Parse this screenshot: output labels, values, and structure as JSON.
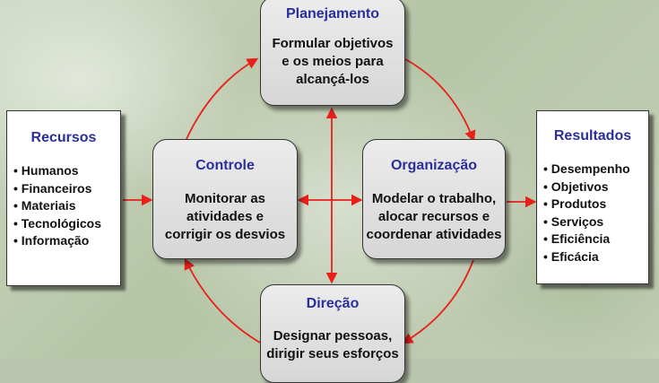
{
  "planejamento": {
    "title": "Planejamento",
    "lines": [
      "Formular objetivos",
      "e os meios para",
      "alcançá-los"
    ]
  },
  "controle": {
    "title": "Controle",
    "lines": [
      "Monitorar as",
      "atividades e",
      "corrigir os desvios"
    ]
  },
  "organizacao": {
    "title": "Organização",
    "lines": [
      "Modelar o trabalho,",
      "alocar recursos e",
      "coordenar atividades"
    ]
  },
  "direcao": {
    "title": "Direção",
    "lines": [
      "Designar pessoas,",
      "dirigir seus esforços"
    ]
  },
  "recursos": {
    "title": "Recursos",
    "items": [
      "• Humanos",
      "• Financeiros",
      "• Materiais",
      "• Tecnológicos",
      "• Informação"
    ]
  },
  "resultados": {
    "title": "Resultados",
    "items": [
      "• Desempenho",
      "• Objetivos",
      "• Produtos",
      "• Serviços",
      "• Eficiência",
      "• Eficácia"
    ]
  },
  "colors": {
    "arrow": "#e8201c",
    "title_text": "#2a2f9c",
    "box_border": "#333333"
  }
}
